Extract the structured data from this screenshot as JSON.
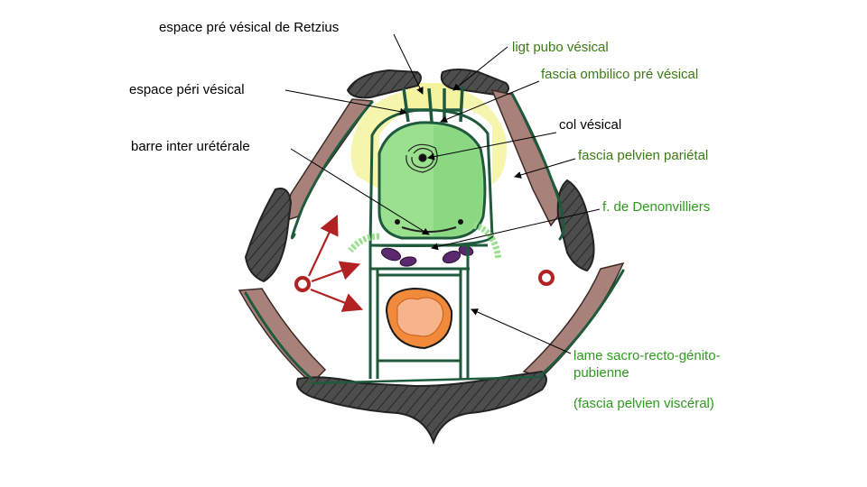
{
  "labels": {
    "retzius": "espace pré vésical de Retzius",
    "peri_vesical": "espace péri vésical",
    "inter_ureteral_bar": "barre inter urétérale",
    "pubo_vesical_ligament": "ligt pubo vésical",
    "umbilico_prevesical_fascia": "fascia ombilico pré vésical",
    "bladder_neck": "col vésical",
    "parietal_pelvic_fascia": "fascia pelvien pariétal",
    "denonvilliers": "f. de Denonvilliers",
    "sacro_recto_genito_pubic_line1": "lame sacro-recto-génito-",
    "sacro_recto_genito_pubic_line2": "pubienne",
    "visceral_pelvic_fascia": "(fascia pelvien viscéral)"
  },
  "colors": {
    "fascia": "#1f5a3c",
    "muscle": "#a8817a",
    "bone": "#5a5a5a",
    "bladder": "#9be08f",
    "fat": "#f3f3a0",
    "rectum": "#f28a3c",
    "vessel": "#b22222",
    "vesicle": "#5b2a6e",
    "label_black": "#000000",
    "label_green": "#3c7a16"
  }
}
